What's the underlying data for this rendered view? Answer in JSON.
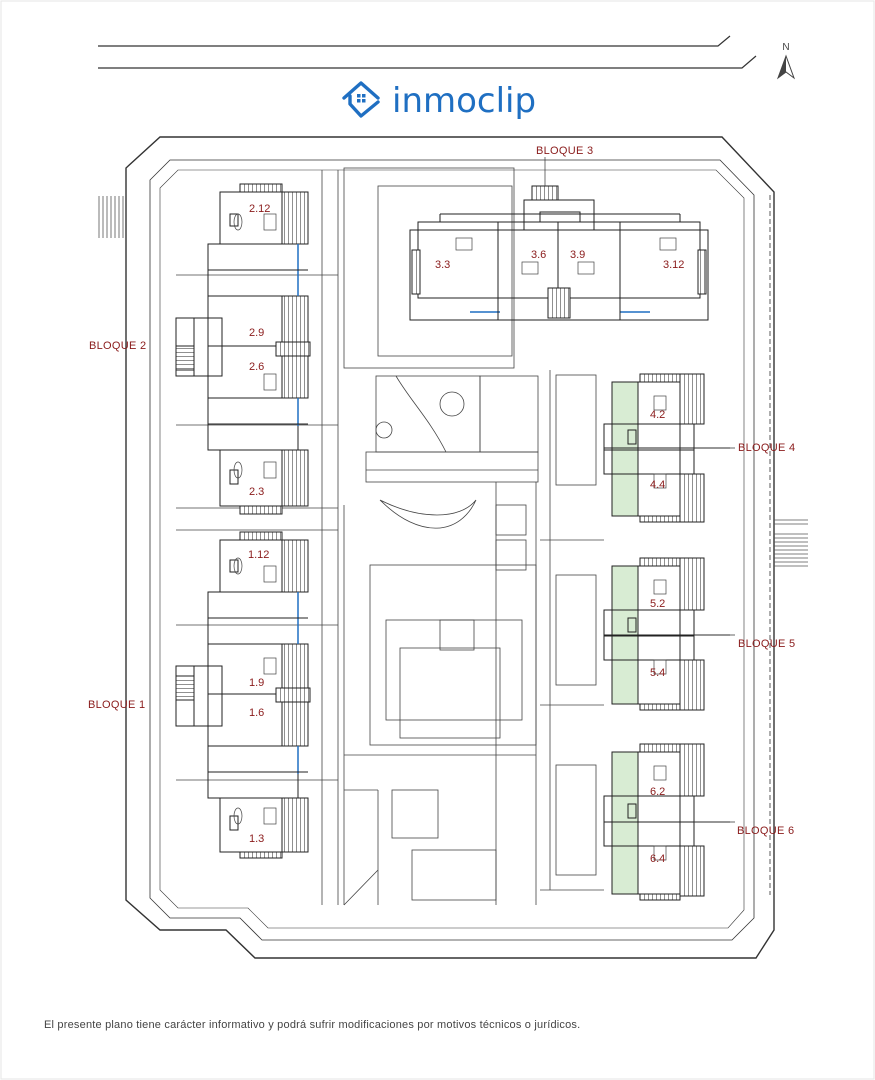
{
  "brand": {
    "name": "inmoclip",
    "colors": {
      "primary": "#1f6fc2",
      "label_red": "#8a1b1b",
      "line": "#222222",
      "green_strip": "#d8ecd3"
    }
  },
  "compass": {
    "label": "N",
    "icon": "north-arrow-icon"
  },
  "blocks": {
    "bloque1": "BLOQUE 1",
    "bloque2": "BLOQUE 2",
    "bloque3": "BLOQUE 3",
    "bloque4": "BLOQUE 4",
    "bloque5": "BLOQUE 5",
    "bloque6": "BLOQUE 6"
  },
  "units": {
    "u212": "2.12",
    "u29": "2.9",
    "u26": "2.6",
    "u23": "2.3",
    "u112": "1.12",
    "u19": "1.9",
    "u16": "1.6",
    "u13": "1.3",
    "u33": "3.3",
    "u36": "3.6",
    "u39": "3.9",
    "u312": "3.12",
    "u42": "4.2",
    "u44": "4.4",
    "u52": "5.2",
    "u54": "5.4",
    "u62": "6.2",
    "u64": "6.4"
  },
  "disclaimer": "El presente plano tiene carácter informativo y podrá sufrir modificaciones por motivos técnicos o jurídicos."
}
